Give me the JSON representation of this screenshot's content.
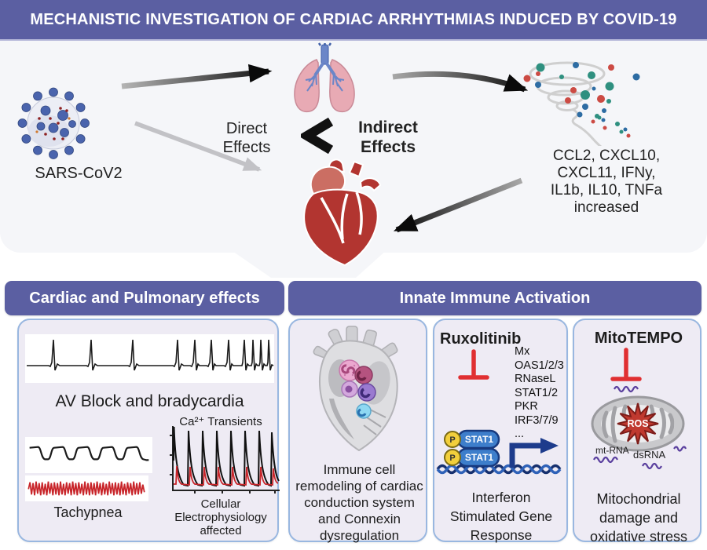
{
  "banner": {
    "title": "MECHANISTIC INVESTIGATION OF CARDIAC ARRHYTHMIAS INDUCED BY COVID-19"
  },
  "overview": {
    "virus_label": "SARS-CoV2",
    "direct_effects_label": "Direct Effects",
    "comparator_symbol": "<",
    "indirect_effects_label": "Indirect Effects",
    "cytokine_lines": [
      "CCL2, CXCL10,",
      "CXCL11, IFNy,",
      "IL1b, IL10, TNFa",
      "increased"
    ]
  },
  "cardiac_panel": {
    "header": "Cardiac and Pulmonary effects",
    "ecg_caption": "AV Block and bradycardia",
    "tachypnea_label": "Tachypnea",
    "ca_title": "Ca²⁺ Transients",
    "ca_caption": "Cellular Electrophysiology affected"
  },
  "immune_panel": {
    "header": "Innate Immune Activation",
    "immune_cell_caption": "Immune cell remodeling of cardiac conduction system and Connexin dysregulation",
    "ruxolitinib": {
      "title": "Ruxolitinib",
      "genes": [
        "Mx",
        "OAS1/2/3",
        "RNaseL",
        "STAT1/2",
        "PKR",
        "IRF3/7/9",
        "..."
      ],
      "stat1_label": "STAT1",
      "p_label": "P",
      "caption": "Interferon Stimulated Gene Response"
    },
    "mitotempo": {
      "title": "MitoTEMPO",
      "ros_label": "ROS",
      "mt_rna_label": "mt-RNA",
      "dsrna_label": "dsRNA",
      "caption": "Mitochondrial damage and oxidative stress"
    }
  },
  "colors": {
    "banner_purple": "#5b5fa2",
    "panel_border_blue": "#99b7e0",
    "panel_lavender": "#eeebf4",
    "inhibitor_red": "#e02f31",
    "trace_red": "#c8252a",
    "heart_red": "#b23530",
    "dot_teal": "#2f9080",
    "dot_red": "#cc4b44",
    "dot_blue": "#2d6ca3"
  }
}
